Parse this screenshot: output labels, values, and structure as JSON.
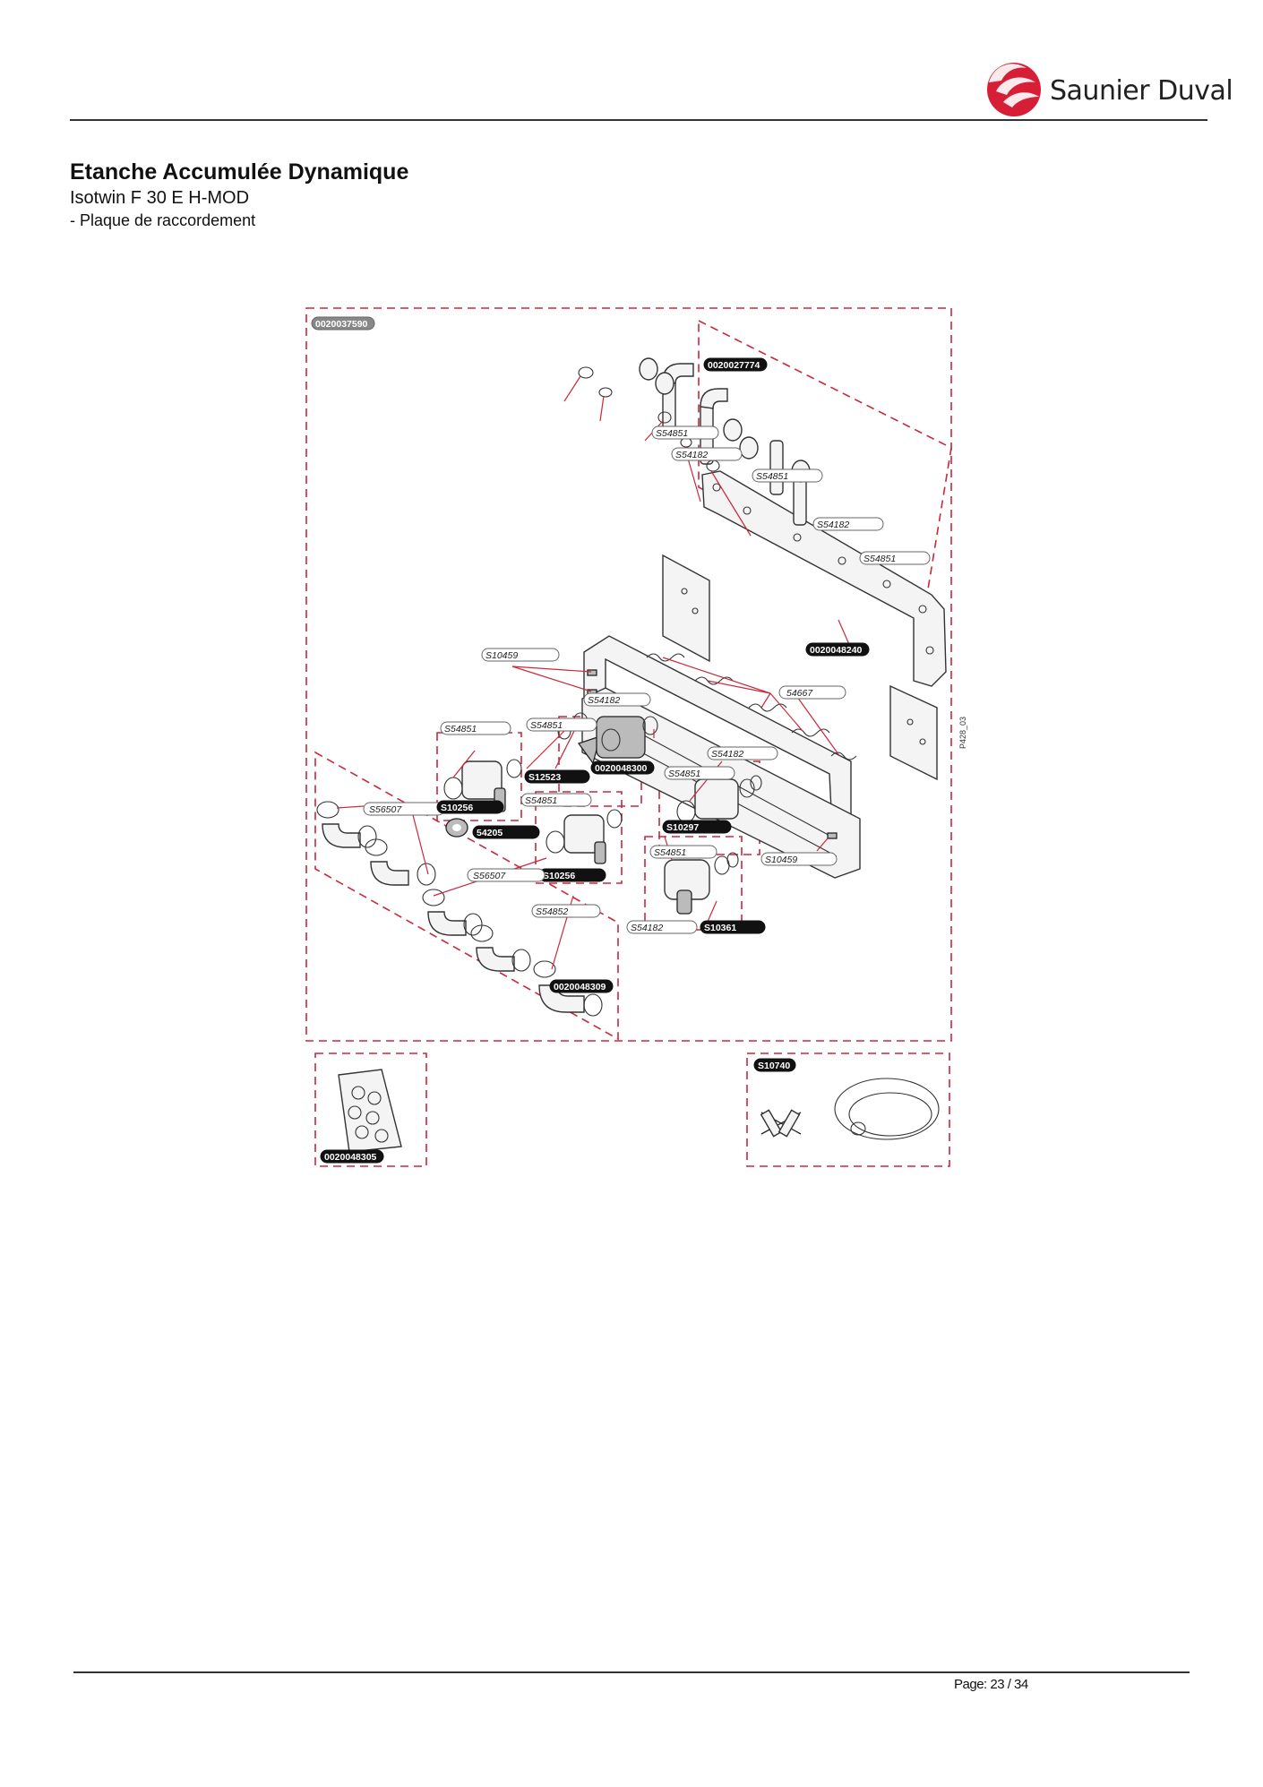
{
  "header": {
    "brand": "Saunier Duval",
    "brand_color": "#d61f36",
    "logo_icon": "flame-bird-logo-icon"
  },
  "document": {
    "title": "Etanche Accumulée Dynamique",
    "model": "Isotwin F 30 E H-MOD",
    "section": "- Plaque de raccordement"
  },
  "diagram": {
    "drawing_ref": "P428_03",
    "labels": {
      "kit_main": "0020037590",
      "kit_pipes": "0020027774",
      "ring_a1": "S54851",
      "ring_b1": "S54182",
      "ring_a2": "S54851",
      "ring_b2": "S54182",
      "ring_a3": "S54851",
      "plate": "0020048240",
      "screw_left": "S10459",
      "clip": "54667",
      "ring_b3": "S54182",
      "ring_a4": "S54851",
      "ring_a5": "S54851",
      "filter": "S12523",
      "valve_block": "0020048300",
      "ring_b4": "S54182",
      "ring_a6": "S54851",
      "gasket_56507_a": "S56507",
      "valve_left": "S10256",
      "washer": "54205",
      "ring_a7": "S54851",
      "valve_mid": "S10256",
      "valve_right": "S10297",
      "screw_right": "S10459",
      "ring_a8": "S54851",
      "gasket_56507_b": "S56507",
      "ring_54852": "S54852",
      "ring_b5": "S54182",
      "valve_bottom": "S10361",
      "elbow": "0020048309",
      "seal_bag": "0020048305",
      "hose_kit": "S10740"
    }
  },
  "footer": {
    "page": "Page: 23 / 34"
  }
}
